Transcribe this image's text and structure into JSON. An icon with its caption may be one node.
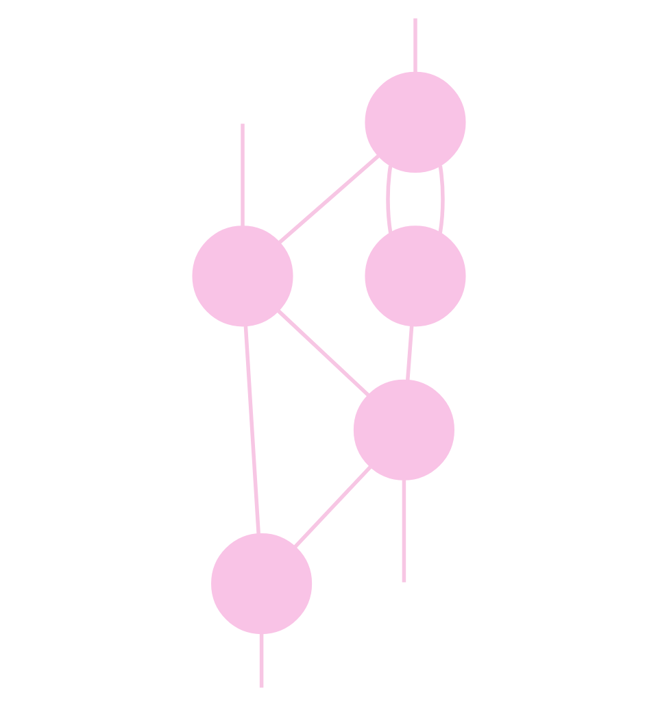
{
  "diagram": {
    "nodes": [
      {
        "text": [],
        "shape": "circle"
      },
      {
        "text": [],
        "shape": "circle"
      },
      {
        "text": [],
        "shape": "circle"
      },
      {
        "text": [],
        "shape": "circle"
      },
      {
        "text": [],
        "shape": "circle"
      }
    ],
    "edges": [
      {
        "from": null,
        "to": 0,
        "arrow": "none"
      },
      {
        "from": 0,
        "to": 1,
        "arrow": "none"
      },
      {
        "from": 0,
        "to": 1,
        "arrow": "none"
      },
      {
        "from": 0,
        "to": 2,
        "arrow": "none"
      },
      {
        "from": null,
        "to": 2,
        "arrow": "none"
      },
      {
        "from": 2,
        "to": 3,
        "arrow": "none"
      },
      {
        "from": 1,
        "to": 3,
        "arrow": "none"
      },
      {
        "from": 2,
        "to": 4,
        "arrow": "none"
      },
      {
        "from": 3,
        "to": 4,
        "arrow": "none"
      },
      {
        "from": 3,
        "to": null,
        "arrow": "none"
      },
      {
        "from": 4,
        "to": null,
        "arrow": "none"
      }
    ]
  }
}
